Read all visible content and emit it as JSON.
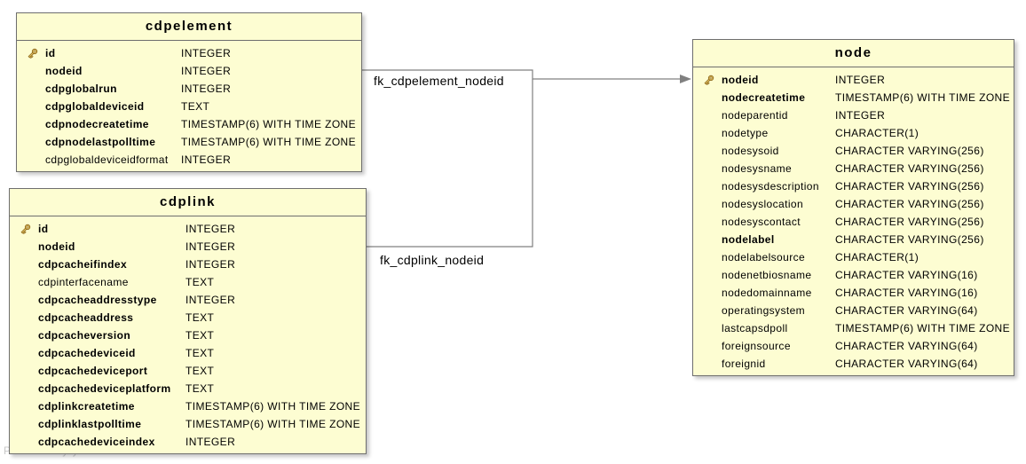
{
  "diagram": {
    "watermark": "Powered by yFiles",
    "colors": {
      "table_fill": "#FDFDD2",
      "table_border": "#6E6E6E",
      "edge": "#808080",
      "text": "#000000",
      "key_gold": "#E9C768"
    }
  },
  "tables": [
    {
      "title": "cdpelement",
      "fields": [
        {
          "name": "id",
          "type": "INTEGER",
          "key": true,
          "bold": true
        },
        {
          "name": "nodeid",
          "type": "INTEGER",
          "key": false,
          "bold": true
        },
        {
          "name": "cdpglobalrun",
          "type": "INTEGER",
          "key": false,
          "bold": true
        },
        {
          "name": "cdpglobaldeviceid",
          "type": "TEXT",
          "key": false,
          "bold": true
        },
        {
          "name": "cdpnodecreatetime",
          "type": "TIMESTAMP(6) WITH TIME ZONE",
          "key": false,
          "bold": true
        },
        {
          "name": "cdpnodelastpolltime",
          "type": "TIMESTAMP(6) WITH TIME ZONE",
          "key": false,
          "bold": true
        },
        {
          "name": "cdpglobaldeviceidformat",
          "type": "INTEGER",
          "key": false,
          "bold": false
        }
      ]
    },
    {
      "title": "cdplink",
      "fields": [
        {
          "name": "id",
          "type": "INTEGER",
          "key": true,
          "bold": true
        },
        {
          "name": "nodeid",
          "type": "INTEGER",
          "key": false,
          "bold": true
        },
        {
          "name": "cdpcacheifindex",
          "type": "INTEGER",
          "key": false,
          "bold": true
        },
        {
          "name": "cdpinterfacename",
          "type": "TEXT",
          "key": false,
          "bold": false
        },
        {
          "name": "cdpcacheaddresstype",
          "type": "INTEGER",
          "key": false,
          "bold": true
        },
        {
          "name": "cdpcacheaddress",
          "type": "TEXT",
          "key": false,
          "bold": true
        },
        {
          "name": "cdpcacheversion",
          "type": "TEXT",
          "key": false,
          "bold": true
        },
        {
          "name": "cdpcachedeviceid",
          "type": "TEXT",
          "key": false,
          "bold": true
        },
        {
          "name": "cdpcachedeviceport",
          "type": "TEXT",
          "key": false,
          "bold": true
        },
        {
          "name": "cdpcachedeviceplatform",
          "type": "TEXT",
          "key": false,
          "bold": true
        },
        {
          "name": "cdplinkcreatetime",
          "type": "TIMESTAMP(6) WITH TIME ZONE",
          "key": false,
          "bold": true
        },
        {
          "name": "cdplinklastpolltime",
          "type": "TIMESTAMP(6) WITH TIME ZONE",
          "key": false,
          "bold": true
        },
        {
          "name": "cdpcachedeviceindex",
          "type": "INTEGER",
          "key": false,
          "bold": true
        }
      ]
    },
    {
      "title": "node",
      "fields": [
        {
          "name": "nodeid",
          "type": "INTEGER",
          "key": true,
          "bold": true
        },
        {
          "name": "nodecreatetime",
          "type": "TIMESTAMP(6) WITH TIME ZONE",
          "key": false,
          "bold": true
        },
        {
          "name": "nodeparentid",
          "type": "INTEGER",
          "key": false,
          "bold": false
        },
        {
          "name": "nodetype",
          "type": "CHARACTER(1)",
          "key": false,
          "bold": false
        },
        {
          "name": "nodesysoid",
          "type": "CHARACTER VARYING(256)",
          "key": false,
          "bold": false
        },
        {
          "name": "nodesysname",
          "type": "CHARACTER VARYING(256)",
          "key": false,
          "bold": false
        },
        {
          "name": "nodesysdescription",
          "type": "CHARACTER VARYING(256)",
          "key": false,
          "bold": false
        },
        {
          "name": "nodesyslocation",
          "type": "CHARACTER VARYING(256)",
          "key": false,
          "bold": false
        },
        {
          "name": "nodesyscontact",
          "type": "CHARACTER VARYING(256)",
          "key": false,
          "bold": false
        },
        {
          "name": "nodelabel",
          "type": "CHARACTER VARYING(256)",
          "key": false,
          "bold": true
        },
        {
          "name": "nodelabelsource",
          "type": "CHARACTER(1)",
          "key": false,
          "bold": false
        },
        {
          "name": "nodenetbiosname",
          "type": "CHARACTER VARYING(16)",
          "key": false,
          "bold": false
        },
        {
          "name": "nodedomainname",
          "type": "CHARACTER VARYING(16)",
          "key": false,
          "bold": false
        },
        {
          "name": "operatingsystem",
          "type": "CHARACTER VARYING(64)",
          "key": false,
          "bold": false
        },
        {
          "name": "lastcapsdpoll",
          "type": "TIMESTAMP(6) WITH TIME ZONE",
          "key": false,
          "bold": false
        },
        {
          "name": "foreignsource",
          "type": "CHARACTER VARYING(64)",
          "key": false,
          "bold": false
        },
        {
          "name": "foreignid",
          "type": "CHARACTER VARYING(64)",
          "key": false,
          "bold": false
        }
      ]
    }
  ],
  "relations": [
    {
      "label": "fk_cdpelement_nodeid"
    },
    {
      "label": "fk_cdplink_nodeid"
    }
  ]
}
